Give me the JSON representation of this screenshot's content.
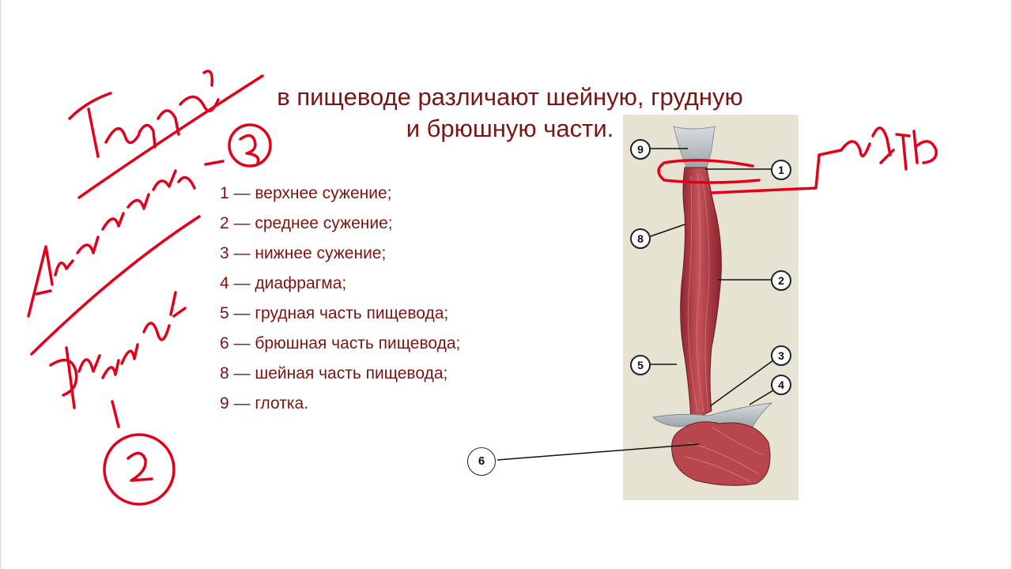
{
  "slide": {
    "title_line1": "в пищеводе различают шейную, грудную",
    "title_line2": "и брюшную части."
  },
  "legend": [
    "1 — верхнее сужение;",
    "2 — среднее сужение;",
    "3 — нижнее сужение;",
    "4 — диафрагма;",
    "5 — грудная часть пищевода;",
    "6 — брюшная часть пищевода;",
    "8 — шейная часть пищевода;",
    "9 — глотка."
  ],
  "figure": {
    "callouts": {
      "c9": "9",
      "c1": "1",
      "c8": "8",
      "c2": "2",
      "c3": "3",
      "c4": "4",
      "c5": "5",
      "c6": "6"
    }
  },
  "colors": {
    "title_text": "#7a1512",
    "ink": "#e3001b",
    "muscle": "#b33a42",
    "panel": "#e6e3d3"
  }
}
